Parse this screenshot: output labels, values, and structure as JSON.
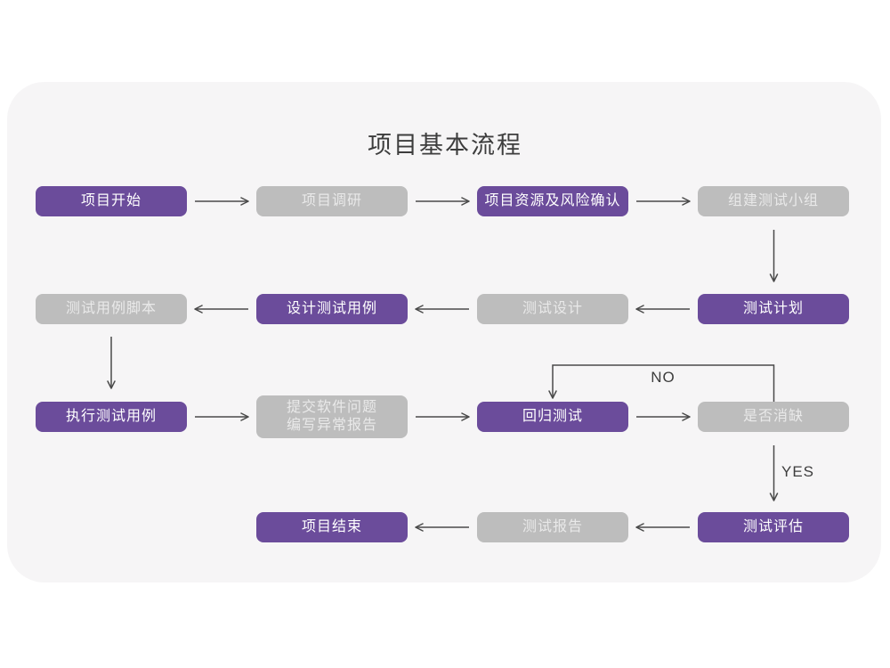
{
  "title": "项目基本流程",
  "colors": {
    "purple": "#6B4C9B",
    "gray": "#BDBDBD",
    "card_bg": "#F6F5F6",
    "page_bg": "#FFFFFF",
    "arrow": "#4A4A4A",
    "purple_text": "#FFFFFF",
    "gray_text": "#E9E9E9",
    "title_text": "#3D3D3D"
  },
  "nodes": [
    {
      "label": "项目开始",
      "variant": "purple"
    },
    {
      "label": "项目调研",
      "variant": "gray"
    },
    {
      "label": "项目资源及风险确认",
      "variant": "purple"
    },
    {
      "label": "组建测试小组",
      "variant": "gray"
    },
    {
      "label": "测试计划",
      "variant": "purple"
    },
    {
      "label": "测试设计",
      "variant": "gray"
    },
    {
      "label": "设计测试用例",
      "variant": "purple"
    },
    {
      "label": "测试用例脚本",
      "variant": "gray"
    },
    {
      "label": "执行测试用例",
      "variant": "purple"
    },
    {
      "label": "提交软件问题\n编写异常报告",
      "variant": "gray"
    },
    {
      "label": "回归测试",
      "variant": "purple"
    },
    {
      "label": "是否消缺",
      "variant": "gray"
    },
    {
      "label": "测试评估",
      "variant": "purple"
    },
    {
      "label": "测试报告",
      "variant": "gray"
    },
    {
      "label": "项目结束",
      "variant": "purple"
    }
  ],
  "edge_labels": {
    "no": "NO",
    "yes": "YES"
  }
}
